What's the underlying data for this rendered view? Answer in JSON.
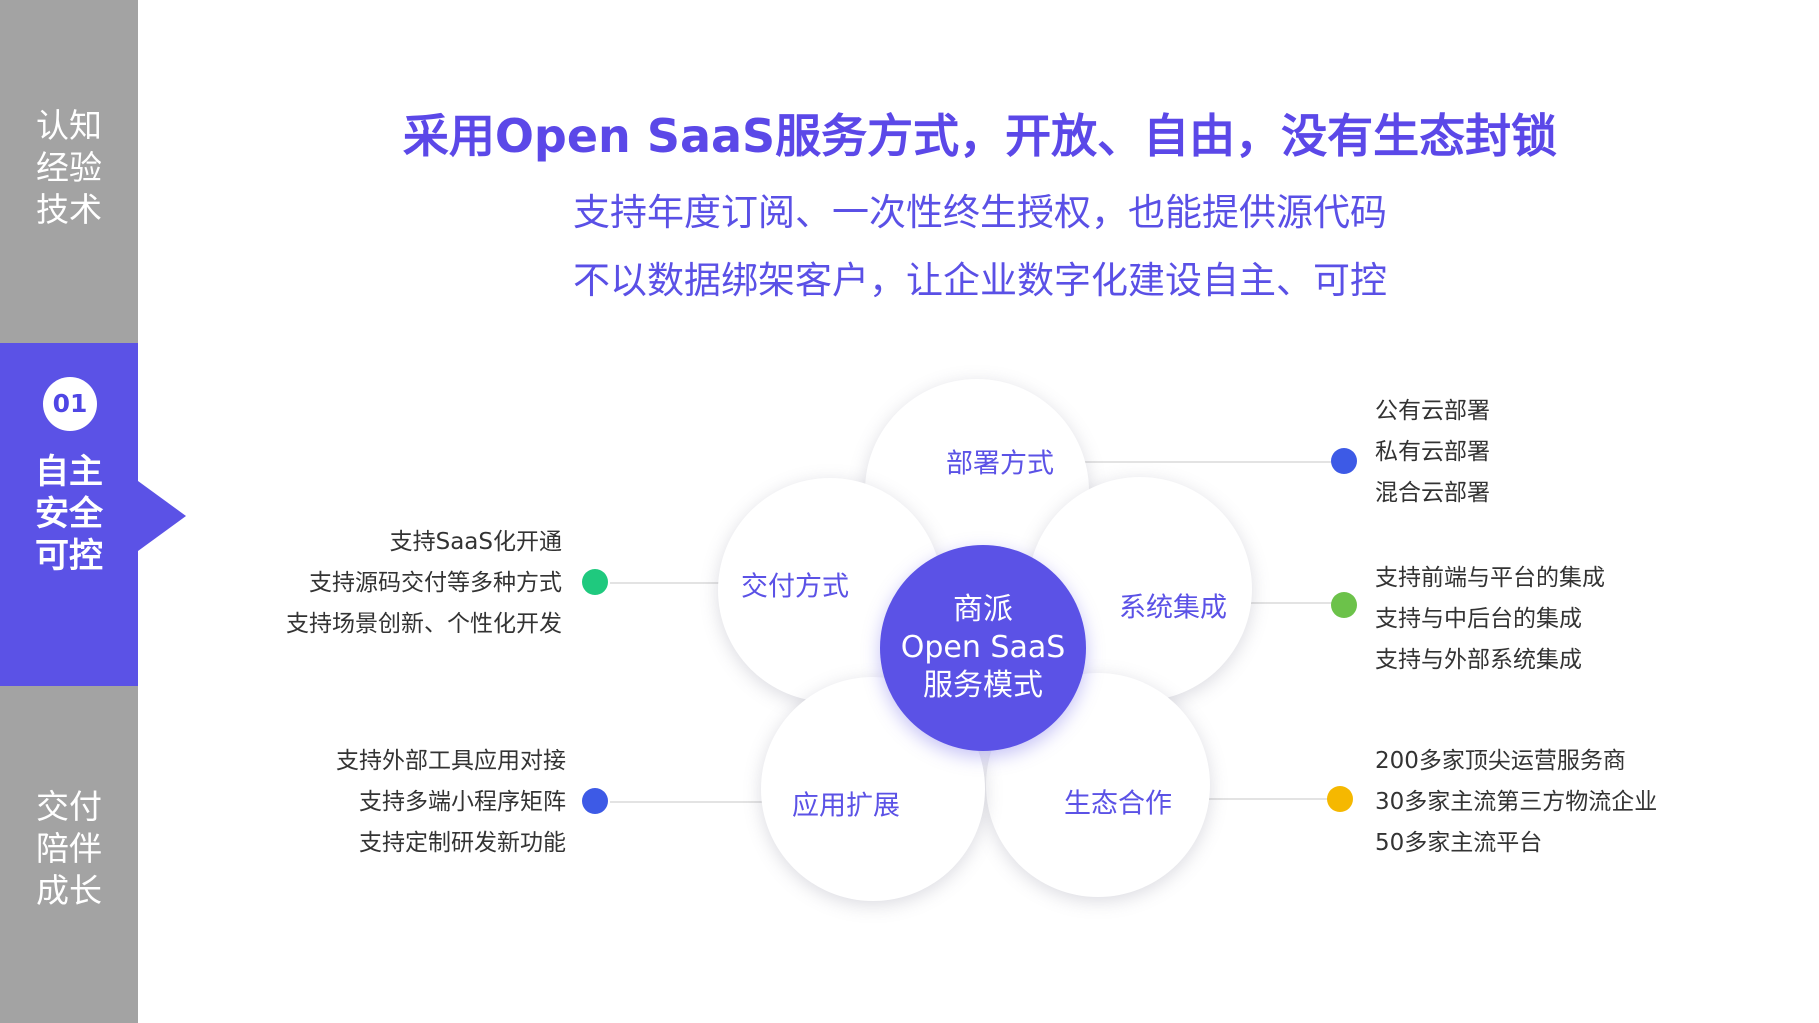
{
  "sidebar": {
    "top_section": [
      "认知",
      "经验",
      "技术"
    ],
    "active_section": {
      "number": "01",
      "lines": [
        "自主",
        "安全",
        "可控"
      ]
    },
    "bottom_section": [
      "交付",
      "陪伴",
      "成长"
    ]
  },
  "header": {
    "title": "采用Open SaaS服务方式，开放、自由，没有生态封锁",
    "subtitle_1": "支持年度订阅、一次性终生授权，也能提供源代码",
    "subtitle_2": "不以数据绑架客户，让企业数字化建设自主、可控"
  },
  "center": {
    "lines": [
      "商派",
      "Open SaaS",
      "服务模式"
    ]
  },
  "petals": {
    "deploy": "部署方式",
    "delivery": "交付方式",
    "integration": "系统集成",
    "extension": "应用扩展",
    "ecosystem": "生态合作"
  },
  "groups": {
    "deploy": {
      "dot_color": "#3d5ae6",
      "items": [
        "公有云部署",
        "私有云部署",
        "混合云部署"
      ]
    },
    "delivery": {
      "dot_color": "#1fc97e",
      "items": [
        "支持SaaS化开通",
        "支持源码交付等多种方式",
        "支持场景创新、个性化开发"
      ]
    },
    "integration": {
      "dot_color": "#6cc24a",
      "items": [
        "支持前端与平台的集成",
        "支持与中后台的集成",
        "支持与外部系统集成"
      ]
    },
    "extension": {
      "dot_color": "#3d5ae6",
      "items": [
        "支持外部工具应用对接",
        "支持多端小程序矩阵",
        "支持定制研发新功能"
      ]
    },
    "ecosystem": {
      "dot_color": "#f5b800",
      "items": [
        "200多家顶尖运营服务商",
        "30多家主流第三方物流企业",
        "50多家主流平台"
      ]
    }
  },
  "colors": {
    "accent": "#5b52e6",
    "sidebar_gray": "#a3a3a3"
  }
}
